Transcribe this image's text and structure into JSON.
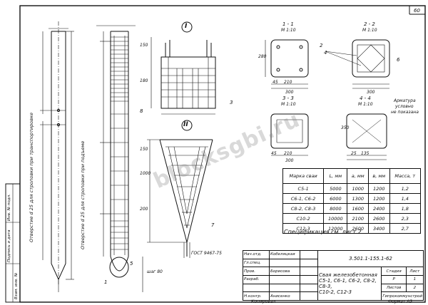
{
  "sheet_number": "60",
  "section_labels": [
    "1 - 1",
    "M 1:10",
    "2 - 2",
    "M 1:10",
    "3 - 3",
    "M 1:10",
    "4 - 4",
    "M 1:10"
  ],
  "callout_numerals": [
    "I",
    "II"
  ],
  "notes": {
    "armatura": "Арматура",
    "uslovno": "условно",
    "ne_pokazana": "не показана",
    "spec_note": "Спецификация см. лист 2",
    "gost": "ГОСТ 9467-75",
    "shag": "шаг 80"
  },
  "vertical_notes": [
    "Отверстие d 25 для строповки при транспортировке",
    "Отверстие d 25 для строповки при подъеме"
  ],
  "side_stamp": [
    "Инв. № подл.",
    "Подпись и дата",
    "Взам. инв. №"
  ],
  "spec_table": {
    "headers": [
      "Марка сваи",
      "L, мм",
      "a, мм",
      "в, мм",
      "Масса, т"
    ],
    "rows": [
      [
        "C5-1",
        "5000",
        "1000",
        "1200",
        "1,2"
      ],
      [
        "C6-1, C6-2",
        "6000",
        "1300",
        "1200",
        "1,4"
      ],
      [
        "C8-2, C8-3",
        "8000",
        "1600",
        "2400",
        "1,8"
      ],
      [
        "C10-2",
        "10000",
        "2100",
        "2600",
        "2,3"
      ],
      [
        "C12-3",
        "12000",
        "2600",
        "3400",
        "2,7"
      ]
    ]
  },
  "title_block": {
    "code": "3.501.1-155.1-62",
    "title_line1": "Свая железобетонная",
    "title_line2": "C5-1, C6-1, C6-2, C8-2, C8-3,",
    "title_line3": "C10-2, C12-3",
    "stadia": "Стадия",
    "stadia_val": "Р",
    "list": "Лист",
    "list_val": "1",
    "listov": "Листов",
    "listov_val": "2",
    "org": "Гипрокоммунстрой",
    "roles": [
      "Нач.отд.",
      "Гл.спец.",
      "Пров.",
      "Разраб.",
      "Н.контр."
    ],
    "names": [
      "Кобеляцкая",
      "",
      "Борисова",
      "",
      "Анисенко"
    ],
    "format": "Формат А3",
    "copied": "Копировал"
  },
  "dimension_labels": [
    "300",
    "210",
    "45",
    "300",
    "280",
    "350",
    "210",
    "45",
    "300",
    "150",
    "180",
    "1000",
    "150",
    "200",
    "3",
    "8",
    "7",
    "1",
    "2",
    "4",
    "5",
    "6",
    "25",
    "135"
  ],
  "watermark": "blocksgbi.ru"
}
